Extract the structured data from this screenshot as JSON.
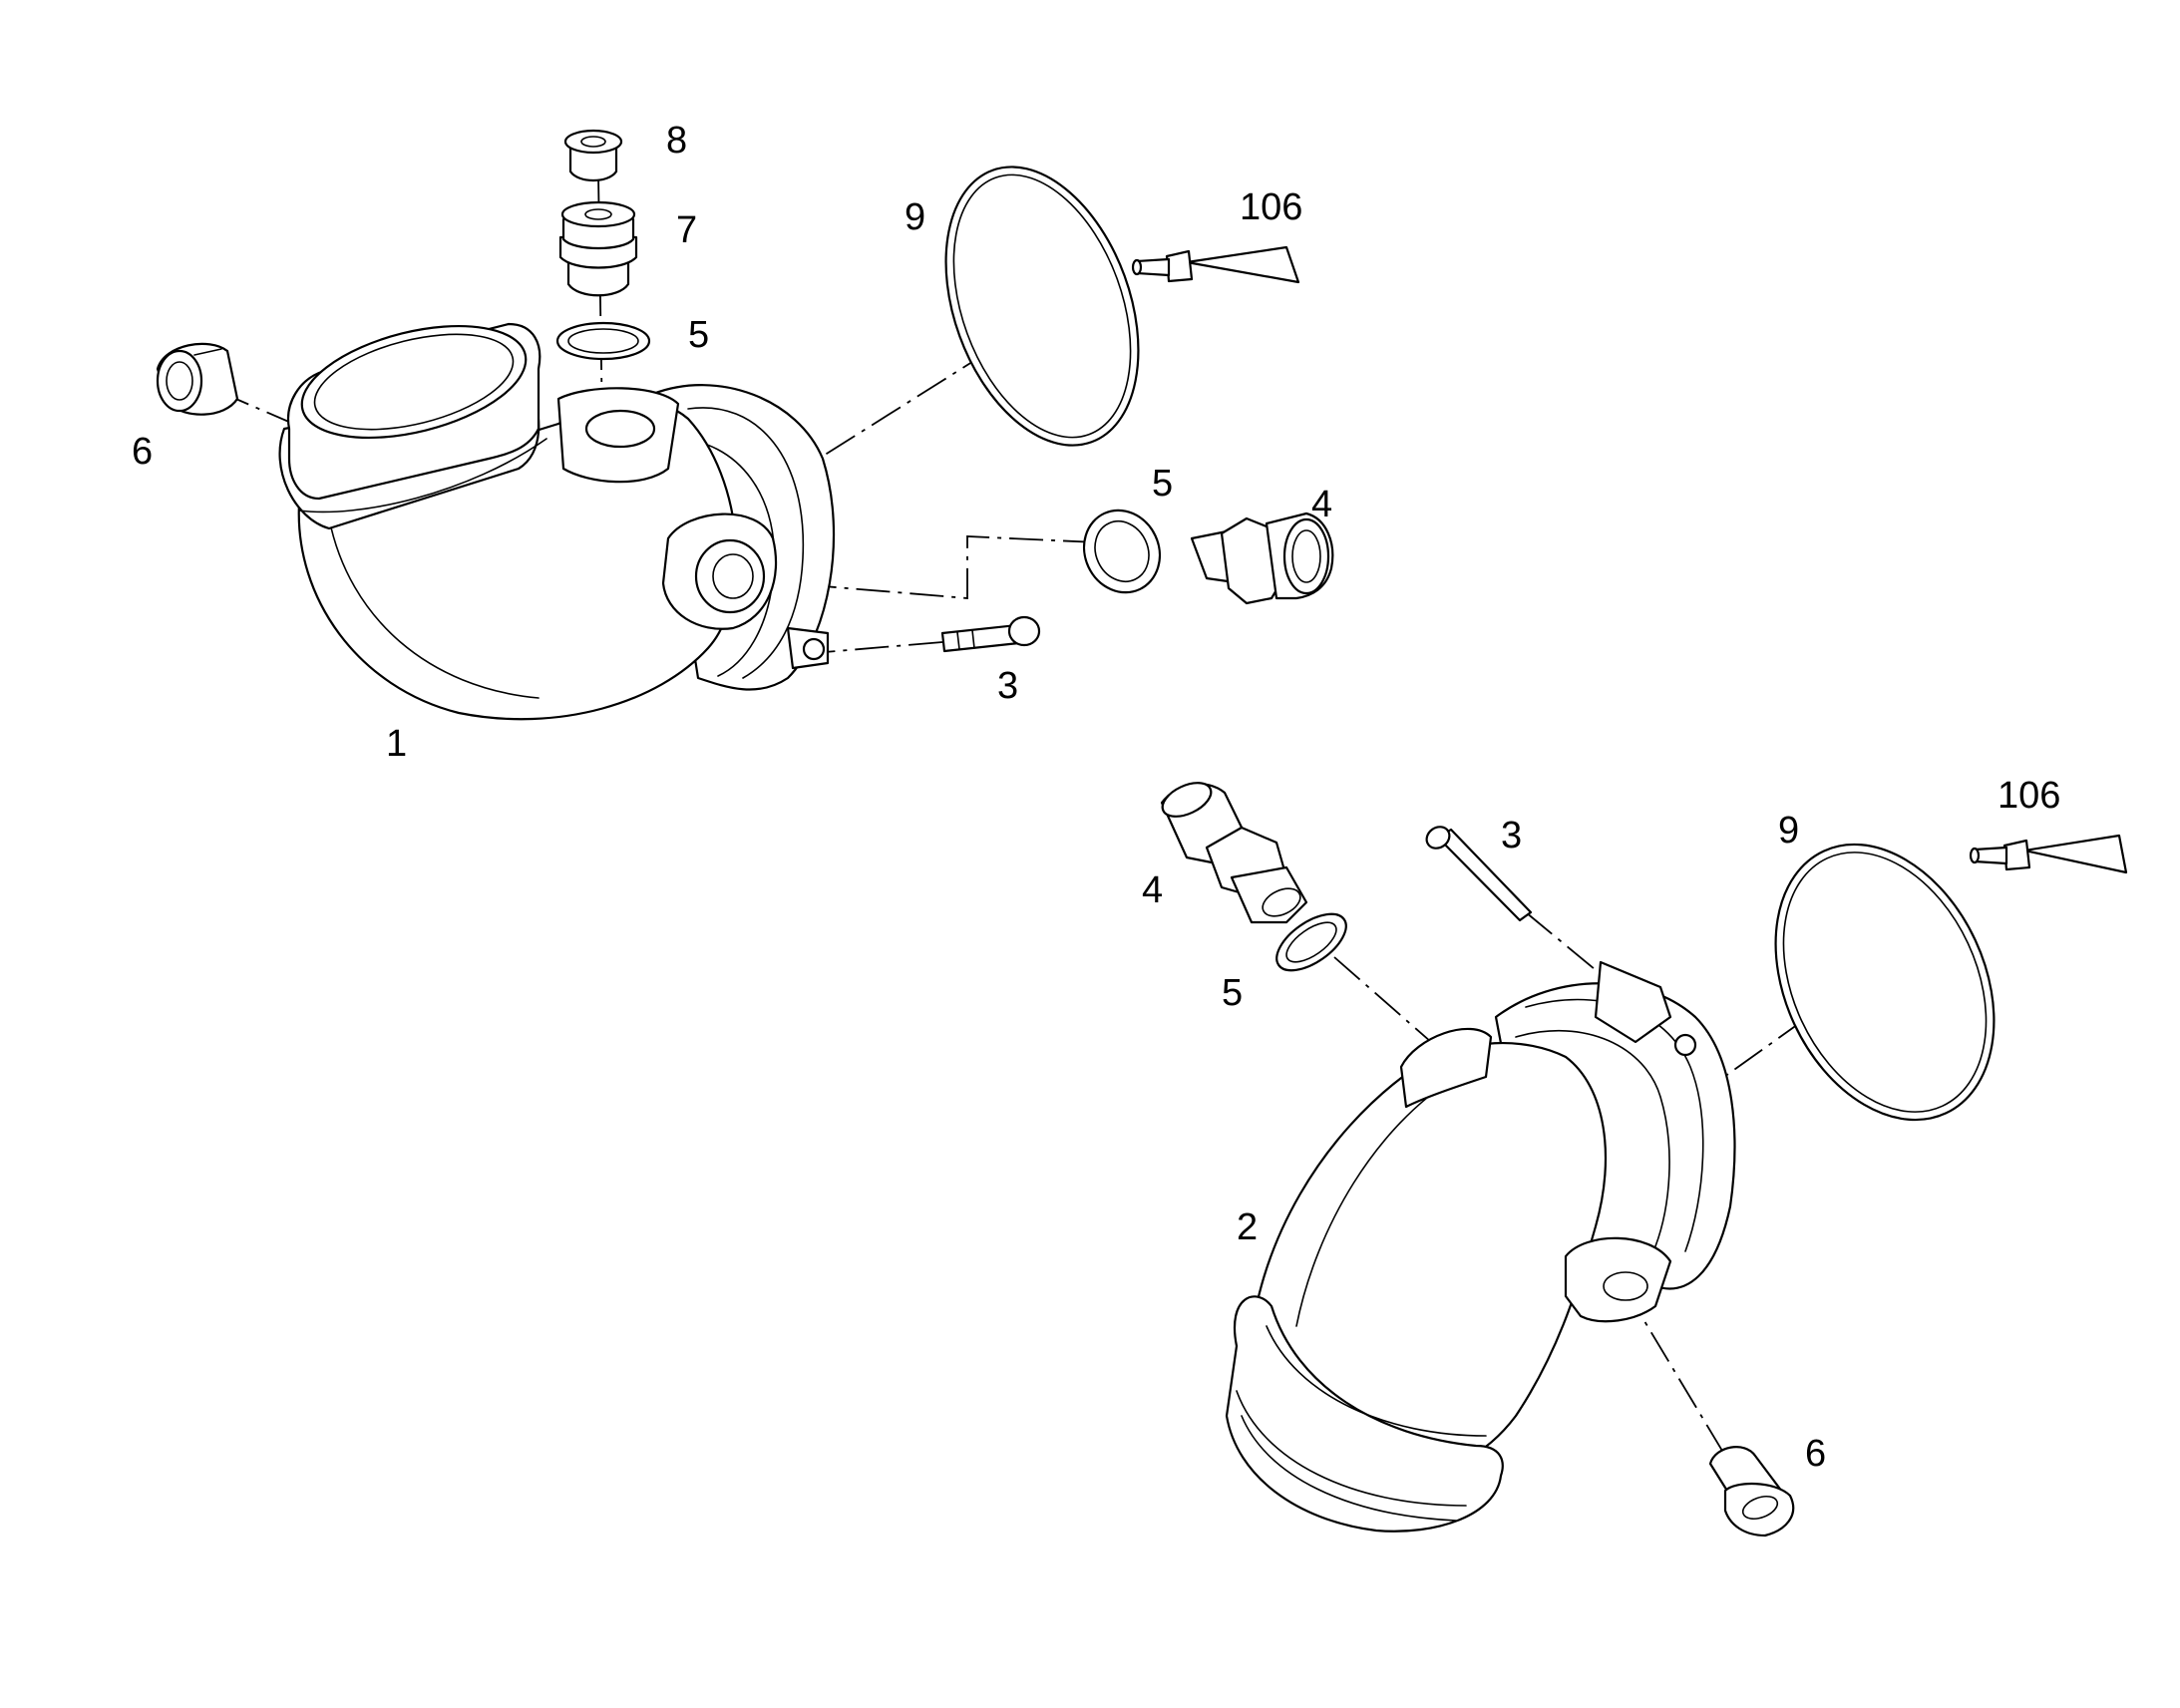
{
  "callouts": {
    "top": {
      "housing": "1",
      "screw": "3",
      "fitting": "4",
      "washer_fitting": "5",
      "washer_plug": "5",
      "plug_side": "6",
      "plug_large": "7",
      "plug_small": "8",
      "oring": "9",
      "sealant": "106"
    },
    "bottom": {
      "housing": "2",
      "screw": "3",
      "fitting": "4",
      "washer": "5",
      "plug": "6",
      "oring": "9",
      "sealant": "106"
    }
  },
  "colors": {
    "line": "#000000",
    "background": "#ffffff"
  }
}
